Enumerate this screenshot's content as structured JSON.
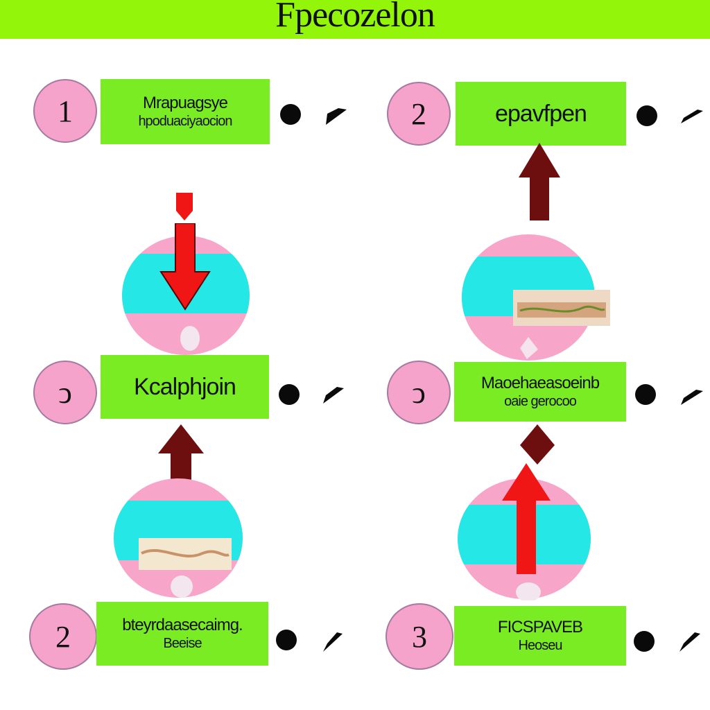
{
  "title": "Fpecozelon",
  "colors": {
    "header_green": "#93f50a",
    "label_green": "#7aec24",
    "circle_pink": "#f5a3cb",
    "band_cyan": "#25e8e6",
    "band_pink": "#f7a6c9",
    "arrow_red": "#f01616",
    "arrow_maroon": "#6e0f0f"
  },
  "steps": [
    {
      "number": "1",
      "line1": "Mrapuagsye",
      "line2": "hpoduaciyaocion"
    },
    {
      "number": "2",
      "line1": "epavfpen",
      "line2": ""
    },
    {
      "number": "ↄ",
      "line1": "Kcalphjoin",
      "line2": ""
    },
    {
      "number": "ↄ",
      "line1": "Maoehaeasoeinb",
      "line2": "oaie gerocoo"
    },
    {
      "number": "2",
      "line1": "bteyrdaasecaimg.",
      "line2": "Beeise"
    },
    {
      "number": "3",
      "line1": "FICSPAVEB",
      "line2": "Heoseu"
    }
  ],
  "icons": {
    "dot": "black-dot-icon",
    "tick": "black-pointer-icon",
    "ball": "striped-ball-icon",
    "arrow_up": "arrow-up-icon",
    "arrow_down": "arrow-down-icon"
  }
}
